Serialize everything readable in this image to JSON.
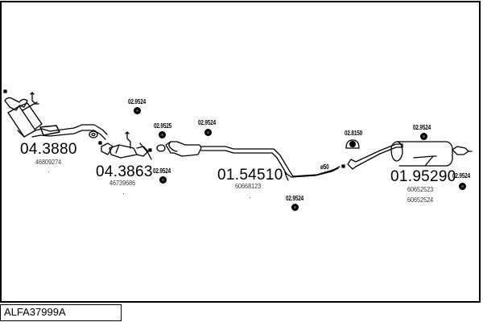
{
  "diagram_code": "ALFA37999A",
  "components": [
    {
      "id": "catalytic-front",
      "part_number": "04.3880",
      "oem_numbers": [
        "46809274"
      ]
    },
    {
      "id": "catalytic-second",
      "part_number": "04.3863",
      "oem_numbers": [
        "46739686"
      ]
    },
    {
      "id": "middle-silencer",
      "part_number": "01.54510",
      "oem_numbers": [
        "60668123"
      ]
    },
    {
      "id": "rear-silencer",
      "part_number": "01.95290",
      "oem_numbers": [
        "60652523",
        "60652524"
      ]
    }
  ],
  "accessories": [
    {
      "id": "hanger-1",
      "part_number": "02.9524"
    },
    {
      "id": "hanger-2",
      "part_number": "02.9525"
    },
    {
      "id": "hanger-3",
      "part_number": "02.9524"
    },
    {
      "id": "hanger-4",
      "part_number": "02.9524"
    },
    {
      "id": "hanger-5",
      "part_number": "02.9524"
    },
    {
      "id": "clamp-1",
      "part_number": "02.8150"
    },
    {
      "id": "hanger-6",
      "part_number": "02.9524"
    },
    {
      "id": "hanger-7",
      "part_number": "02.9524"
    }
  ],
  "pipe_diameter_label": "ø50",
  "colors": {
    "line": "#000000",
    "background": "#ffffff"
  }
}
